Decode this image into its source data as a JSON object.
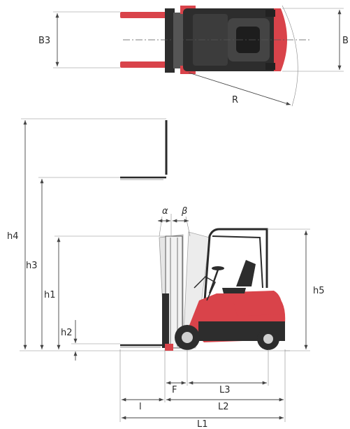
{
  "dimension_labels": {
    "B3": "B3",
    "B": "B",
    "R": "R",
    "h4": "h4",
    "h3": "h3",
    "h1": "h1",
    "h2": "h2",
    "h5": "h5",
    "alpha": "α",
    "beta": "β",
    "F": "F",
    "L3": "L3",
    "l": "l",
    "L2": "L2",
    "L1": "L1"
  },
  "colors": {
    "body_red": "#d9434a",
    "dark": "#2d2d2d",
    "dimension": "#444444"
  },
  "icons": [
    "forklift-top-view-icon",
    "forklift-side-view-icon"
  ]
}
